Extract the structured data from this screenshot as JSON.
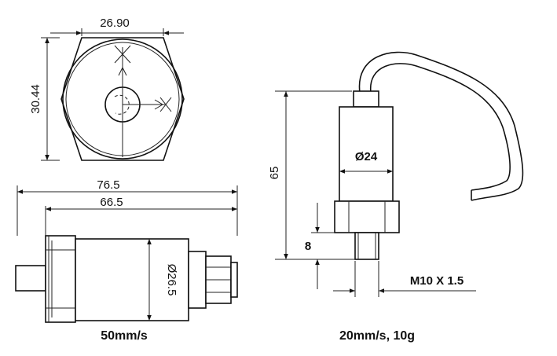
{
  "top_view": {
    "width_dim": "26.90",
    "height_dim": "30.44"
  },
  "side_view": {
    "overall_length_dim": "76.5",
    "body_length_dim": "66.5",
    "diameter_dim": "Ø26.5",
    "caption": "50mm/s"
  },
  "right_view": {
    "height_dim": "65",
    "diameter_dim": "Ø24",
    "thread_length_dim": "8",
    "thread_dim": "M10 X 1.5",
    "caption": "20mm/s, 10g"
  },
  "colors": {
    "line": "#111111",
    "background": "#ffffff"
  }
}
